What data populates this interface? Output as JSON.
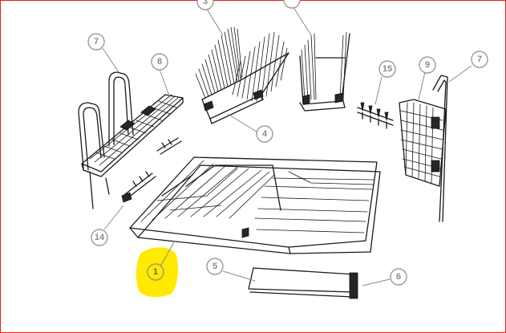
{
  "highlight_color": "#ffea00",
  "frame_color": "#e81b1b",
  "callouts": {
    "c1": "1",
    "c3": "3",
    "c4": "4",
    "c5": "5",
    "c6": "6",
    "c7_left": "7",
    "c7_right": "7",
    "c8": "8",
    "c9": "9",
    "c14": "14",
    "c15": "15",
    "c_top_right": ""
  }
}
